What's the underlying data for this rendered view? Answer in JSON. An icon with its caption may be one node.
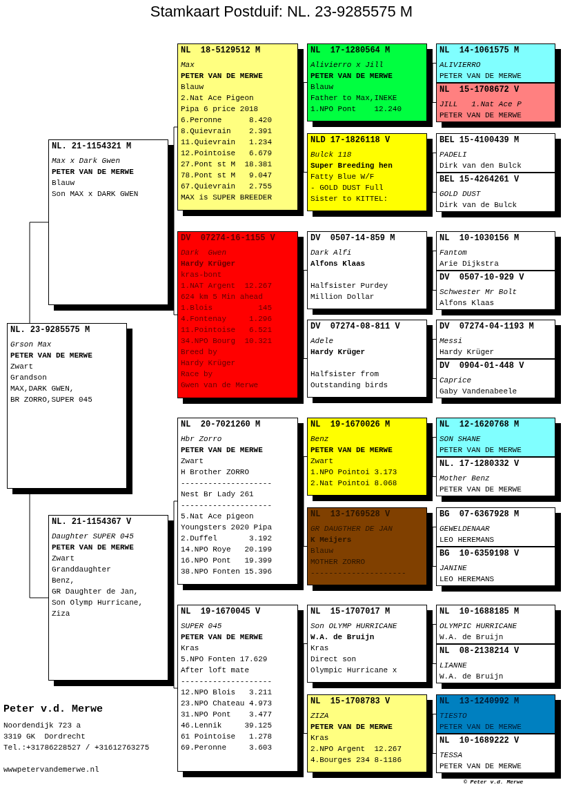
{
  "diagram": {
    "title": "Stamkaart Postduif: NL. 23-9285575 M",
    "nodes": [
      {
        "text": [
          "NL. 23-9285575 M",
          "Grson Max",
          "PETER VAN DE MERWE",
          "Zwart",
          "Grandson",
          "MAX,DARK GWEN,",
          "BR ZORRO,SUPER 045"
        ]
      },
      {
        "text": [
          "NL. 21-1154321 M",
          "Max x Dark Gwen",
          "PETER VAN DE MERWE",
          "Blauw",
          "Son MAX x DARK GWEN"
        ]
      },
      {
        "text": [
          "NL. 21-1154367 V",
          "Daughter SUPER 045",
          "PETER VAN DE MERWE",
          "Zwart",
          "Granddaughter",
          "Benz,",
          "GR Daughter de Jan,",
          "Son Olymp Hurricane,",
          "Ziza"
        ]
      },
      {
        "text": [
          "NL  18-5129512 M",
          "Max",
          "PETER VAN DE MERWE",
          "Blauw",
          "2.Nat Ace Pigeon",
          "Pipa 6 price 2018",
          "6.Peronne      8.420",
          "8.Quievrain    2.391",
          "11.Quievrain   1.234",
          "12.Pointoise   6.679",
          "27.Pont st M  18.381",
          "78.Pont st M   9.047",
          "67.Quievrain   2.755",
          "MAX is SUPER BREEDER"
        ]
      },
      {
        "text": [
          "DV  07274-16-1155 V",
          "Dark  Gwen",
          "Hardy Krüger",
          "kras-bont",
          "1.NAT Argent  12.267",
          "624 km 5 Min ahead",
          "1.Blois          145",
          "4.Fontenay     1.296",
          "11.Pointoise   6.521",
          "34.NPO Bourg  10.321",
          "Breed by",
          "Hardy Krüger",
          "Race by",
          "Gwen van de Merwe"
        ]
      },
      {
        "text": [
          "NL  20-7021260 M",
          "Hbr Zorro",
          "PETER VAN DE MERWE",
          "Zwart",
          "H Brother ZORRO",
          "--------------------",
          "Nest Br Lady 261",
          "--------------------",
          "5.Nat Ace pigeon",
          "Youngsters 2020 Pipa",
          "2.Duffel       3.192",
          "14.NPO Roye   20.199",
          "16.NPO Pont   19.399",
          "38.NPO Fonten 15.396"
        ]
      },
      {
        "text": [
          "NL  19-1670045 V",
          "SUPER 045",
          "PETER VAN DE MERWE",
          "Kras",
          "5.NPO Fonten 17.629",
          "After loft mate",
          "--------------------",
          "12.NPO Blois   3.211",
          "23.NPO Chateau 4.973",
          "31.NPO Pont    3.477",
          "46.Lennik     39.125",
          "61 Pointoise   1.278",
          "69.Peronne     3.603"
        ]
      },
      {
        "text": [
          "NL  17-1280564 M",
          "Alivierro x Jill",
          "PETER VAN DE MERWE",
          "Blauw",
          "Father to Max,INEKE",
          "1.NPO Pont    12.240"
        ]
      },
      {
        "text": [
          "NLD 17-1826118 V",
          "Bulck 118",
          "Super Breeding hen",
          "Fatty Blue W/F",
          "- GOLD DUST Full",
          "Sister to KITTEL:"
        ]
      },
      {
        "text": [
          "DV  0507-14-859 M",
          "Dark Alfi",
          "Alfons Klaas",
          "Halfsister Purdey",
          "Million Dollar"
        ]
      },
      {
        "text": [
          "DV  07274-08-811 V",
          "Adele",
          "Hardy Krüger",
          "Halfsister from",
          "Outstanding birds"
        ]
      },
      {
        "text": [
          "NL  19-1670026 M",
          "Benz",
          "PETER VAN DE MERWE",
          "Zwart",
          "1.NPO Pointoi 3.173",
          "2.Nat Pointoi 8.068"
        ]
      },
      {
        "text": [
          "NL  13-1769528 V",
          "GR DAUGTHER DE JAN",
          "K Meijers",
          "Blauw",
          "MOTHER ZORRO",
          "---------------------"
        ]
      },
      {
        "text": [
          "NL  15-1707017 M",
          "Son OLYMP HURRICANE",
          "W.A. de Bruijn",
          "Kras",
          "Direct son",
          "Olympic Hurricane x"
        ]
      },
      {
        "text": [
          "NL  15-1708783 V",
          "ZIZA",
          "PETER VAN DE MERWE",
          "Kras",
          "2.NPO Argent  12.267",
          "4.Bourges 234 8-1186"
        ]
      },
      {
        "text": [
          "NL  14-1061575 M",
          "ALIVIERRO",
          "PETER VAN DE MERWE"
        ]
      },
      {
        "text": [
          "NL  15-1708672 V",
          "JILL   1.Nat Ace P",
          "PETER VAN DE MERWE"
        ]
      },
      {
        "text": [
          "BEL 15-4100439 M",
          "PADELI",
          "Dirk van den Bulck"
        ]
      },
      {
        "text": [
          "BEL 15-4264261 V",
          "GOLD DUST",
          "Dirk van de Bulck"
        ]
      },
      {
        "text": [
          "NL  10-1030156 M",
          "Fantom",
          "Arie Dijkstra"
        ]
      },
      {
        "text": [
          "DV  0507-10-929 V",
          "Schwester Mr Bolt",
          "Alfons Klaas"
        ]
      },
      {
        "text": [
          "DV  07274-04-1193 M",
          "Messi",
          "Hardy Krüger"
        ]
      },
      {
        "text": [
          "DV  0904-01-448 V",
          "Caprice",
          "Gaby Vandenabeele"
        ]
      },
      {
        "text": [
          "NL  12-1620768 M",
          "SON SHANE",
          "PETER VAN DE MERWE"
        ]
      },
      {
        "text": [
          "NL. 17-1280332 V",
          "Mother Benz",
          "PETER VAN DE MERWE"
        ]
      },
      {
        "text": [
          "BG  07-6367928 M",
          "GEWELDENAAR",
          "LEO HEREMANS"
        ]
      },
      {
        "text": [
          "BG  10-6359198 V",
          "JANINE",
          "LEO HEREMANS"
        ]
      },
      {
        "text": [
          "NL  10-1688185 M",
          "OLYMPIC HURRICANE",
          "W.A. de Bruijn"
        ]
      },
      {
        "text": [
          "NL  08-2138214 V",
          "LIANNE",
          "W.A. de Bruijn"
        ]
      },
      {
        "text": [
          "NL  13-1240992 M",
          "TIESTO",
          "PETER VAN DE MERWE"
        ]
      },
      {
        "text": [
          "NL  10-1689222 V",
          "TESSA",
          "PETER VAN DE MERWE"
        ]
      }
    ],
    "edges": [
      {
        "from": 0,
        "to": 1,
        "arrow": "none"
      },
      {
        "from": 0,
        "to": 2,
        "arrow": "none"
      },
      {
        "from": 1,
        "to": 3,
        "arrow": "none"
      },
      {
        "from": 1,
        "to": 4,
        "arrow": "none"
      },
      {
        "from": 2,
        "to": 5,
        "arrow": "none"
      },
      {
        "from": 2,
        "to": 6,
        "arrow": "none"
      },
      {
        "from": 3,
        "to": 7,
        "arrow": "none"
      },
      {
        "from": 3,
        "to": 8,
        "arrow": "none"
      },
      {
        "from": 4,
        "to": 9,
        "arrow": "none"
      },
      {
        "from": 4,
        "to": 10,
        "arrow": "none"
      },
      {
        "from": 5,
        "to": 11,
        "arrow": "none"
      },
      {
        "from": 5,
        "to": 12,
        "arrow": "none"
      },
      {
        "from": 6,
        "to": 13,
        "arrow": "none"
      },
      {
        "from": 6,
        "to": 14,
        "arrow": "none"
      },
      {
        "from": 7,
        "to": 15,
        "arrow": "none"
      },
      {
        "from": 7,
        "to": 16,
        "arrow": "none"
      },
      {
        "from": 8,
        "to": 17,
        "arrow": "none"
      },
      {
        "from": 8,
        "to": 18,
        "arrow": "none"
      },
      {
        "from": 9,
        "to": 19,
        "arrow": "none"
      },
      {
        "from": 9,
        "to": 20,
        "arrow": "none"
      },
      {
        "from": 10,
        "to": 21,
        "arrow": "none"
      },
      {
        "from": 10,
        "to": 22,
        "arrow": "none"
      },
      {
        "from": 11,
        "to": 23,
        "arrow": "none"
      },
      {
        "from": 11,
        "to": 24,
        "arrow": "none"
      },
      {
        "from": 12,
        "to": 25,
        "arrow": "none"
      },
      {
        "from": 12,
        "to": 26,
        "arrow": "none"
      },
      {
        "from": 13,
        "to": 27,
        "arrow": "none"
      },
      {
        "from": 13,
        "to": 28,
        "arrow": "none"
      },
      {
        "from": 14,
        "to": 29,
        "arrow": "none"
      },
      {
        "from": 14,
        "to": 30,
        "arrow": "none"
      }
    ],
    "labels": [
      "Peter v.d. Merwe",
      "Noordendijk 723 a",
      "3319 GK  Dordrecht",
      "Tel.:+31786228527 / +31612763275",
      "wwwpetervandemerwe.nl",
      "© Peter v.d. Merwe"
    ]
  }
}
